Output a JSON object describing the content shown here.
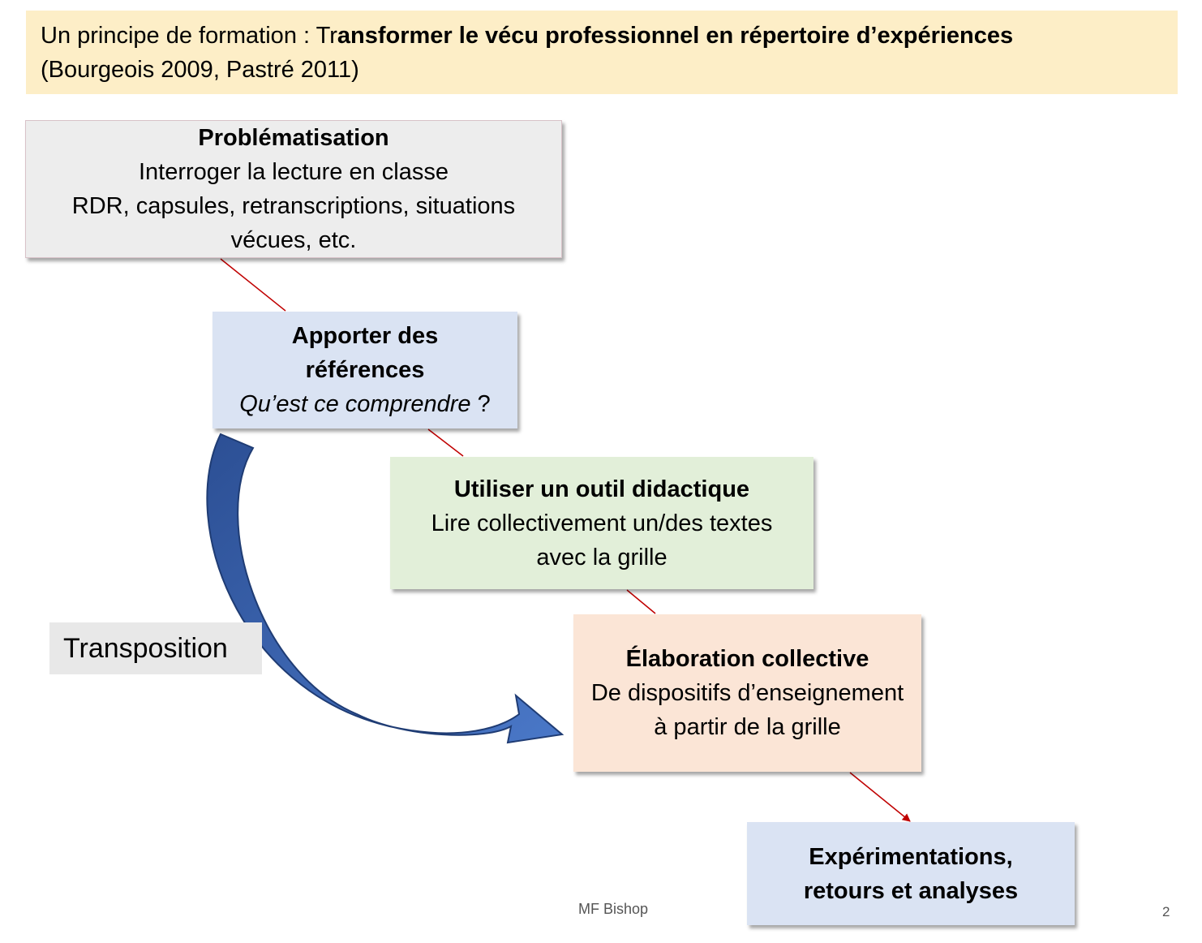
{
  "banner": {
    "prefix": "Un principe de formation : Tr",
    "bold": "ansformer le vécu professionnel en répertoire d’expériences",
    "citation": "(Bourgeois 2009, Pastré 2011)"
  },
  "boxes": {
    "problematisation": {
      "title": "Problématisation",
      "line1": "Interroger la lecture en classe",
      "line2": "RDR, capsules, retranscriptions, situations vécues, etc."
    },
    "references": {
      "title": "Apporter des références",
      "italic": "Qu’est ce comprendre",
      "suffix": " ?"
    },
    "outil": {
      "title": "Utiliser un outil didactique",
      "line1": "Lire collectivement un/des textes avec la grille"
    },
    "elaboration": {
      "title": "Élaboration collective",
      "line1": "De dispositifs d’enseignement à partir de la grille"
    },
    "experimentations": {
      "title": "Expérimentations, retours et analyses"
    }
  },
  "transposition_label": "Transposition",
  "footer": {
    "author": "MF Bishop",
    "page": "2"
  },
  "colors": {
    "banner": "#fdeec7",
    "connector": "#c00000",
    "curved_arrow": "#3e64ad"
  }
}
